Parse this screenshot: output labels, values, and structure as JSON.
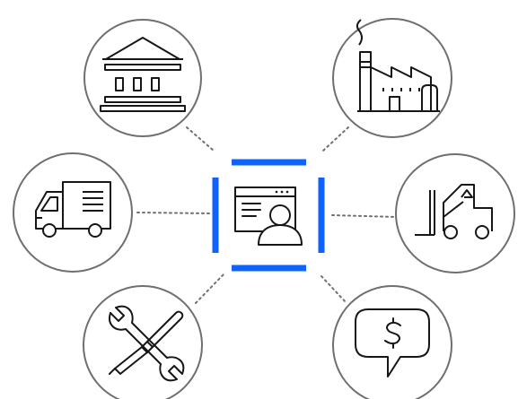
{
  "diagram": {
    "hub": {
      "icon": "user-screen-icon",
      "bracket_color": "#0f62fe"
    },
    "nodes": [
      {
        "id": "bank",
        "icon": "bank-icon"
      },
      {
        "id": "factory",
        "icon": "factory-icon"
      },
      {
        "id": "truck",
        "icon": "delivery-truck-icon"
      },
      {
        "id": "forklift",
        "icon": "forklift-icon"
      },
      {
        "id": "tools",
        "icon": "wrench-screwdriver-icon"
      },
      {
        "id": "finance",
        "icon": "dollar-chat-icon"
      }
    ],
    "colors": {
      "stroke": "#161616",
      "circle": "#6f6f6f",
      "connector": "#6f6f6f",
      "accent": "#0f62fe",
      "background": "#ffffff"
    }
  }
}
